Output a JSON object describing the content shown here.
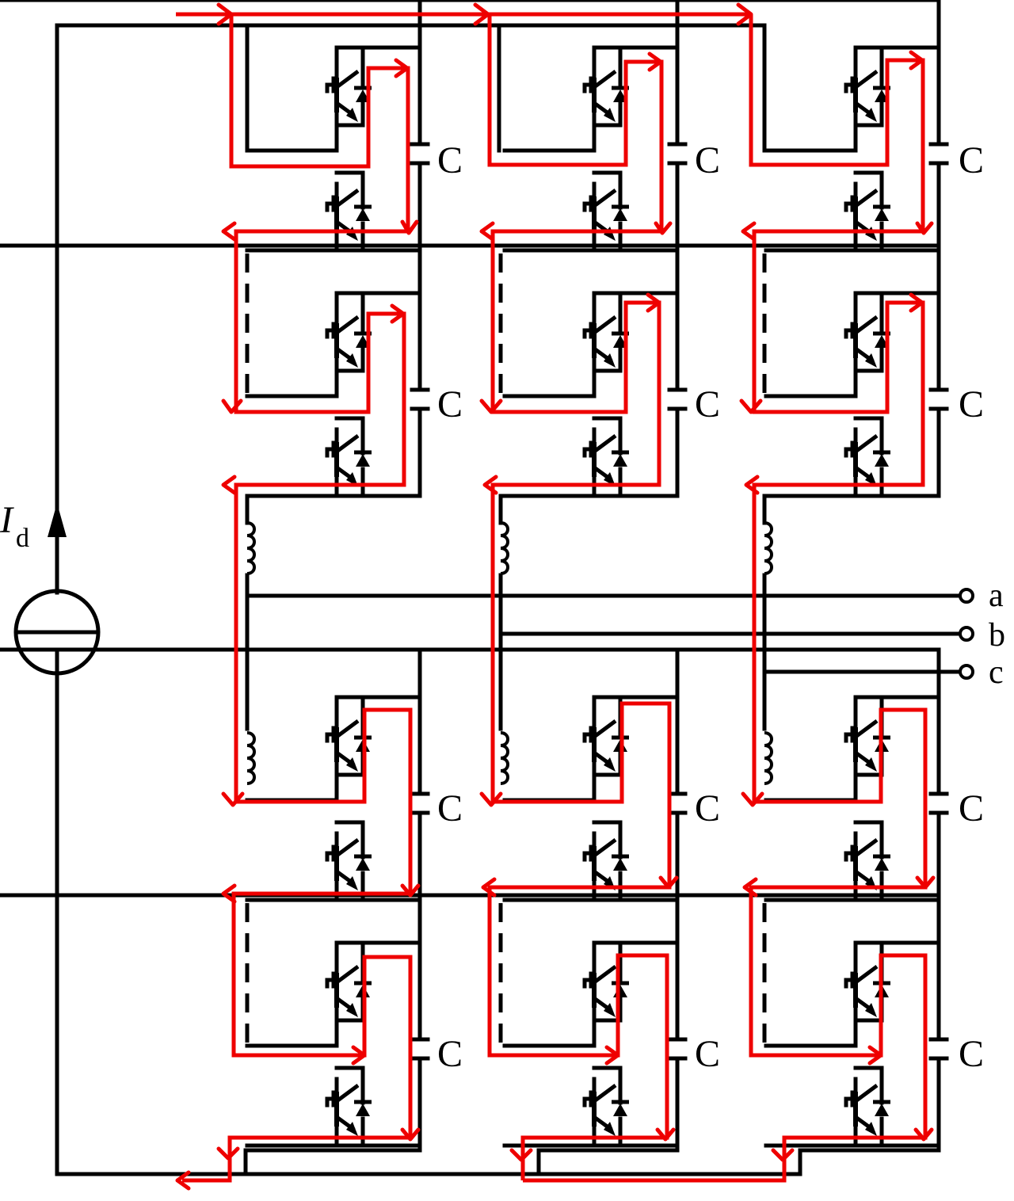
{
  "labels": {
    "capacitor": "C",
    "current_symbol": "I",
    "current_subscript": "d",
    "terminals": [
      "a",
      "b",
      "c"
    ]
  },
  "colors": {
    "wire": "#000000",
    "current_path": "#ee0000",
    "background": "#ffffff"
  }
}
